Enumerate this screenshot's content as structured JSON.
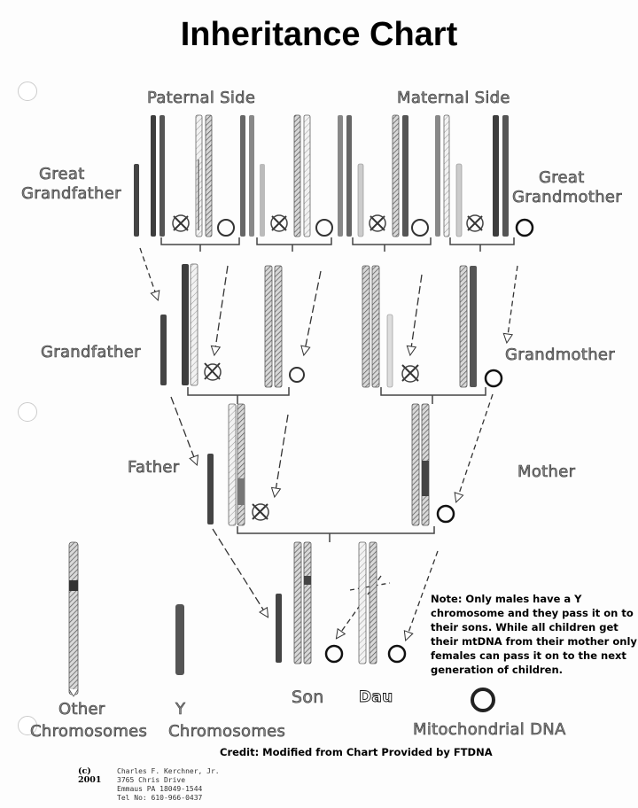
{
  "title": "Inheritance Chart",
  "labels": {
    "paternal_side": "Paternal Side",
    "maternal_side": "Maternal Side",
    "great_grandfather": [
      "Great",
      "Grandfather"
    ],
    "great_grandmother": [
      "Great",
      "Grandmother"
    ],
    "grandfather": "Grandfather",
    "grandmother": "Grandmother",
    "father": "Father",
    "mother": "Mother",
    "son": "Son",
    "daughter": "Dau",
    "other_chromosomes": [
      "Other",
      "Chromosomes"
    ],
    "y_chromosomes": [
      "Y",
      "Chromosomes"
    ],
    "mitochondrial_dna": "Mitochondrial DNA"
  },
  "note": "Note: Only males have a Y chromosome and they pass it on to their sons. While all children get their mtDNA from their mother only females can pass it on to the next generation of children.",
  "credit": "Credit: Modified from Chart Provided by FTDNA",
  "copyright": {
    "mark": "(c)",
    "year": "2001",
    "address": [
      "Charles F. Kerchner, Jr.",
      "3765 Chris Drive",
      "Emmaus PA 18049-1544",
      "Tel No: 610-966-0437"
    ]
  },
  "colors": {
    "dark_chromosome": "#3a3a3a",
    "mid_chromosome": "#8a8a8a",
    "light_chromosome": "#e8e8e8",
    "mtdna_ring": "#222222",
    "arrow": "#333333"
  }
}
